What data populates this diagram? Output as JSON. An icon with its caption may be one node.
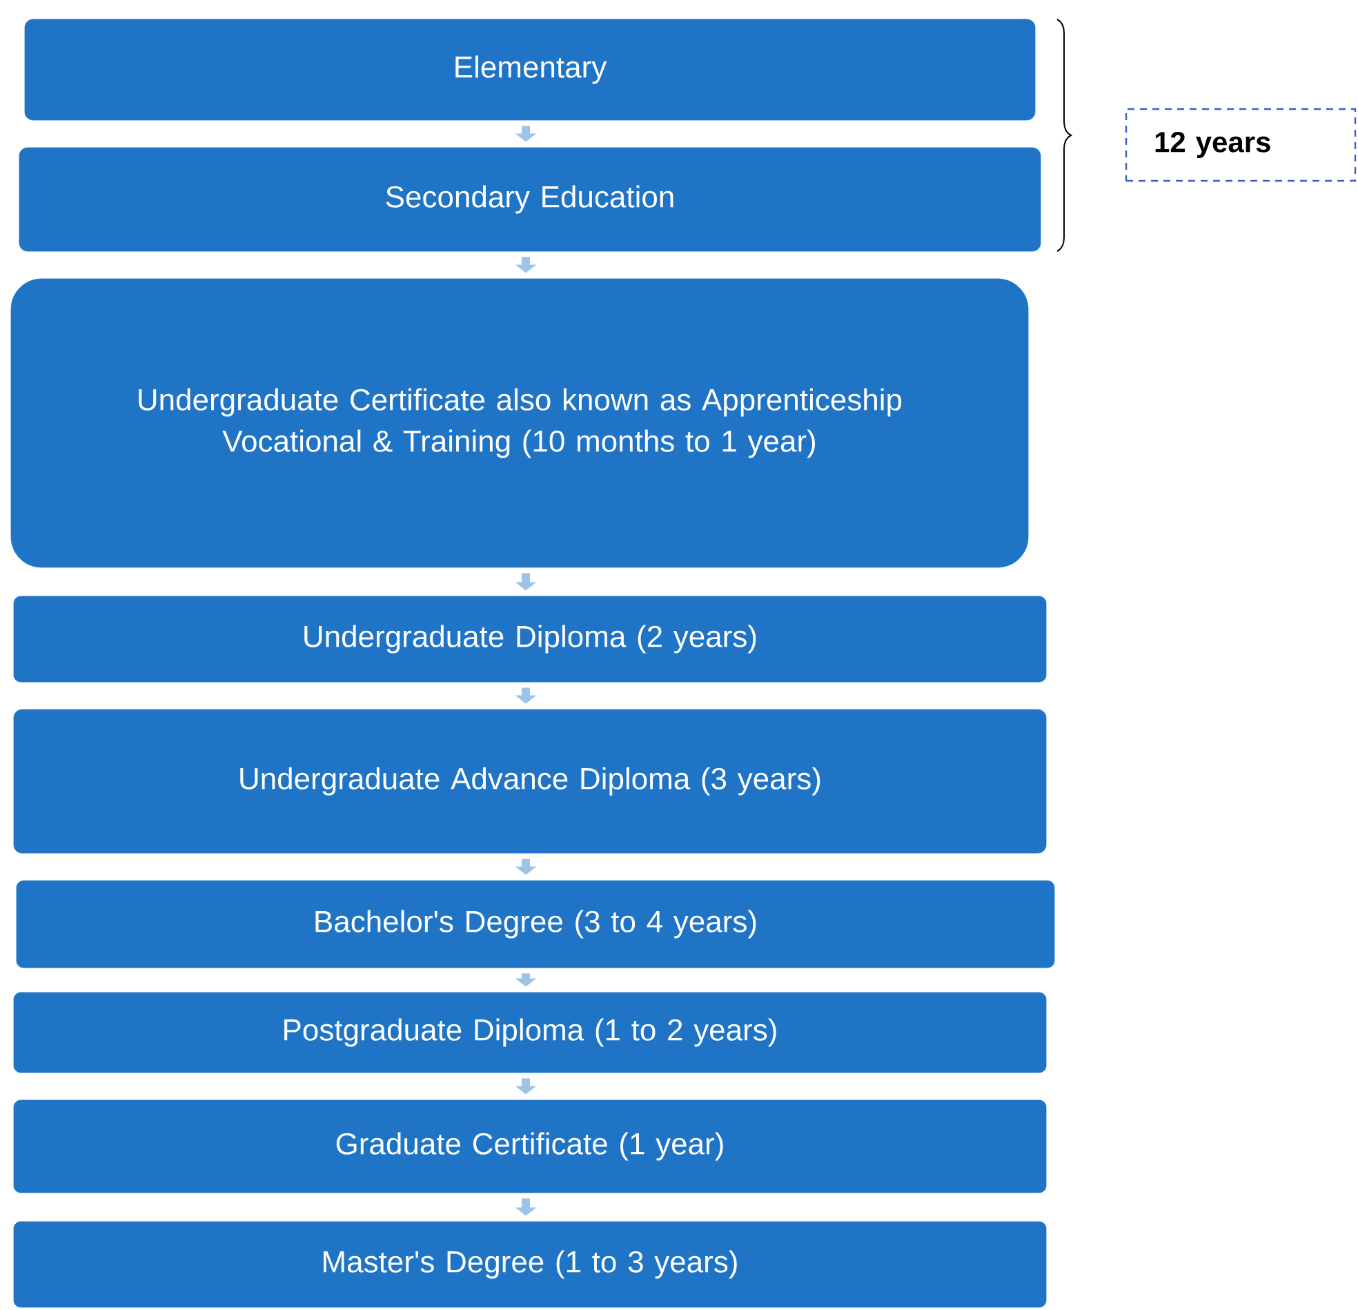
{
  "diagram": {
    "nodes": [
      {
        "text": [
          "Elementary"
        ]
      },
      {
        "text": [
          "Secondary Education"
        ]
      },
      {
        "text": [
          "Undergraduate Certificate also known as Apprenticeship Vocational & Training (10 months to 1 year)"
        ]
      },
      {
        "text": [
          "Undergraduate Diploma (2 years)"
        ]
      },
      {
        "text": [
          "Undergraduate Advance Diploma (3 years)"
        ]
      },
      {
        "text": [
          "Bachelor's Degree (3 to 4 years)"
        ]
      },
      {
        "text": [
          "Postgraduate Diploma (1 to 2 years)"
        ]
      },
      {
        "text": [
          "Graduate Certificate (1 year)"
        ]
      },
      {
        "text": [
          "Master's Degree (1 to 3 years)"
        ]
      },
      {
        "text": [
          "12 years"
        ]
      }
    ],
    "edges": [
      {
        "from": 0,
        "to": 1,
        "arrow": "to"
      },
      {
        "from": 1,
        "to": 2,
        "arrow": "to"
      },
      {
        "from": 2,
        "to": 3,
        "arrow": "to"
      },
      {
        "from": 3,
        "to": 4,
        "arrow": "to"
      },
      {
        "from": 4,
        "to": 5,
        "arrow": "to"
      },
      {
        "from": 5,
        "to": 6,
        "arrow": "to"
      },
      {
        "from": 6,
        "to": 7,
        "arrow": "to"
      },
      {
        "from": 7,
        "to": 8,
        "arrow": "to"
      }
    ]
  }
}
